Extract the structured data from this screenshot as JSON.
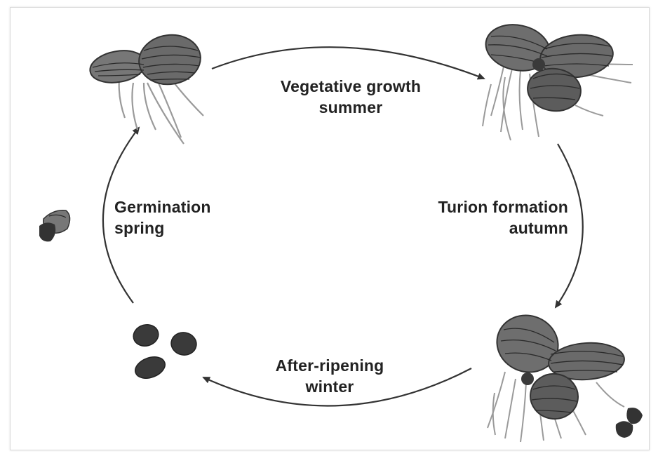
{
  "diagram": {
    "stages": [
      {
        "line1": "Vegetative growth",
        "line2": "summer"
      },
      {
        "line1": "Turion formation",
        "line2": "autumn"
      },
      {
        "line1": "After-ripening",
        "line2": "winter"
      },
      {
        "line1": "Germination",
        "line2": "spring"
      }
    ],
    "colors": {
      "leaf_fill": "#6e6e6e",
      "leaf_dark": "#3c3c3c",
      "vein": "#2a2a2a",
      "root": "#9a9a9a",
      "turion": "#3a3a3a",
      "arrow": "#333333"
    }
  }
}
